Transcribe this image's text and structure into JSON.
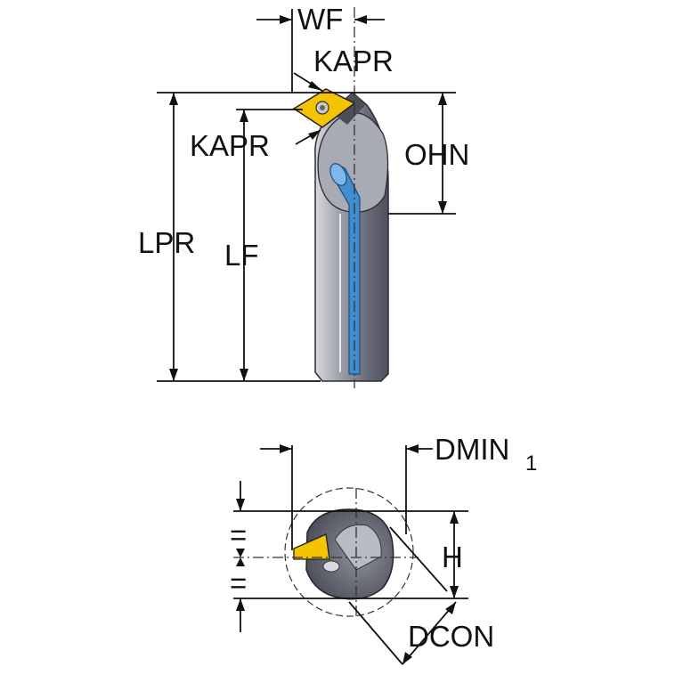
{
  "labels": {
    "wf": "WF",
    "kapr_top": "KAPR",
    "kapr_left": "KAPR",
    "ohn": "OHN",
    "lpr": "LPR",
    "lf": "LF",
    "dmin": "DMIN",
    "dmin_sub": "1",
    "h": "H",
    "dcon": "DCON",
    "eq_top": "=",
    "eq_bottom": "="
  },
  "colors": {
    "insert": "#f5c400",
    "body_light": "#c8c9cf",
    "body_dark": "#5f6170",
    "coolant": "#3f8fd0"
  }
}
